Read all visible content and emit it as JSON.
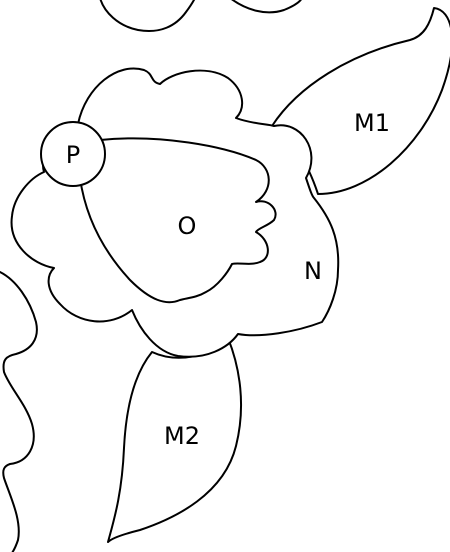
{
  "pattern": {
    "pieces": [
      {
        "id": "p",
        "label": "P"
      },
      {
        "id": "o",
        "label": "O"
      },
      {
        "id": "n",
        "label": "N"
      },
      {
        "id": "m1",
        "label": "M1"
      },
      {
        "id": "m2",
        "label": "M2"
      }
    ],
    "line_color": "#000000",
    "fill_color": "#ffffff"
  }
}
